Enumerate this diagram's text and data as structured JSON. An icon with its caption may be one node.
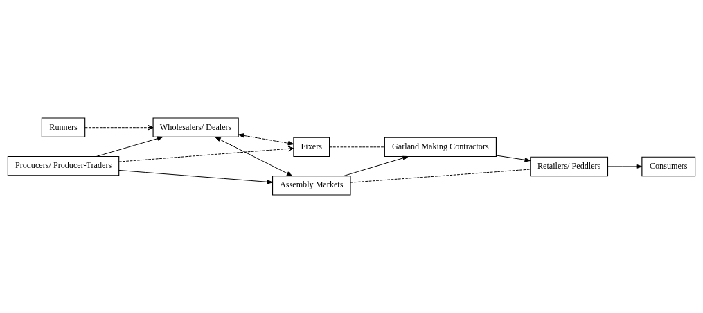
{
  "diagram": {
    "nodes": [
      {
        "text": [
          "Producers/ Producer-Traders"
        ]
      },
      {
        "text": [
          "Wholesalers/ Dealers"
        ]
      },
      {
        "text": [
          "Assembly Markets"
        ]
      },
      {
        "text": [
          "Runners"
        ]
      },
      {
        "text": [
          "Fixers"
        ]
      },
      {
        "text": [
          "Garland Making Contractors"
        ]
      },
      {
        "text": [
          "Retailers/ Peddlers"
        ]
      },
      {
        "text": [
          "Consumers"
        ]
      }
    ],
    "edges": [
      {
        "from": 0,
        "to": 2,
        "arrow": "to"
      },
      {
        "from": 0,
        "to": 1,
        "arrow": "to"
      },
      {
        "from": 1,
        "to": 2,
        "arrow": "both"
      },
      {
        "from": 3,
        "to": 1,
        "arrow": "to",
        "style": "dashed"
      },
      {
        "from": 1,
        "to": 4,
        "arrow": "both",
        "style": "dashed"
      },
      {
        "from": 0,
        "to": 4,
        "arrow": "to",
        "style": "dashed"
      },
      {
        "from": 4,
        "to": 5,
        "arrow": "none",
        "style": "dashed"
      },
      {
        "from": 2,
        "to": 6,
        "arrow": "none",
        "style": "dashed"
      },
      {
        "from": 2,
        "to": 5,
        "arrow": "to"
      },
      {
        "from": 5,
        "to": 6,
        "arrow": "to"
      },
      {
        "from": 6,
        "to": 7,
        "arrow": "to"
      }
    ]
  }
}
